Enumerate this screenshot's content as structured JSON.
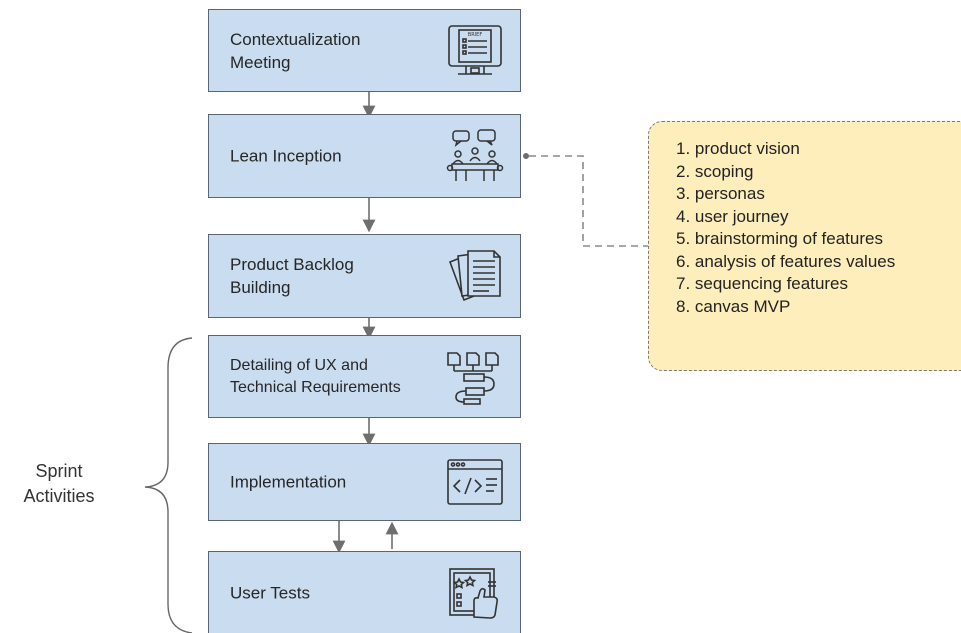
{
  "steps": [
    {
      "label": "Contextualization\nMeeting",
      "icon": "brief-monitor-icon"
    },
    {
      "label": "Lean Inception",
      "icon": "team-meeting-icon"
    },
    {
      "label": "Product Backlog\nBuilding",
      "icon": "documents-icon"
    },
    {
      "label": "Detailing of UX and\nTechnical Requirements",
      "icon": "flowchart-icon"
    },
    {
      "label": "Implementation",
      "icon": "code-window-icon"
    },
    {
      "label": "User Tests",
      "icon": "usability-test-icon"
    }
  ],
  "lean_inception_activities": [
    "1. product vision",
    "2. scoping",
    "3. personas",
    "4. user journey",
    "5. brainstorming of features",
    "6. analysis of features values",
    "7. sequencing features",
    "8. canvas MVP"
  ],
  "sprint_group": {
    "label": "Sprint\nActivities"
  },
  "colors": {
    "box_fill": "#c9dcf0",
    "box_border": "#5b6675",
    "note_fill": "#fdeebc",
    "connector": "#6e6e6e"
  }
}
